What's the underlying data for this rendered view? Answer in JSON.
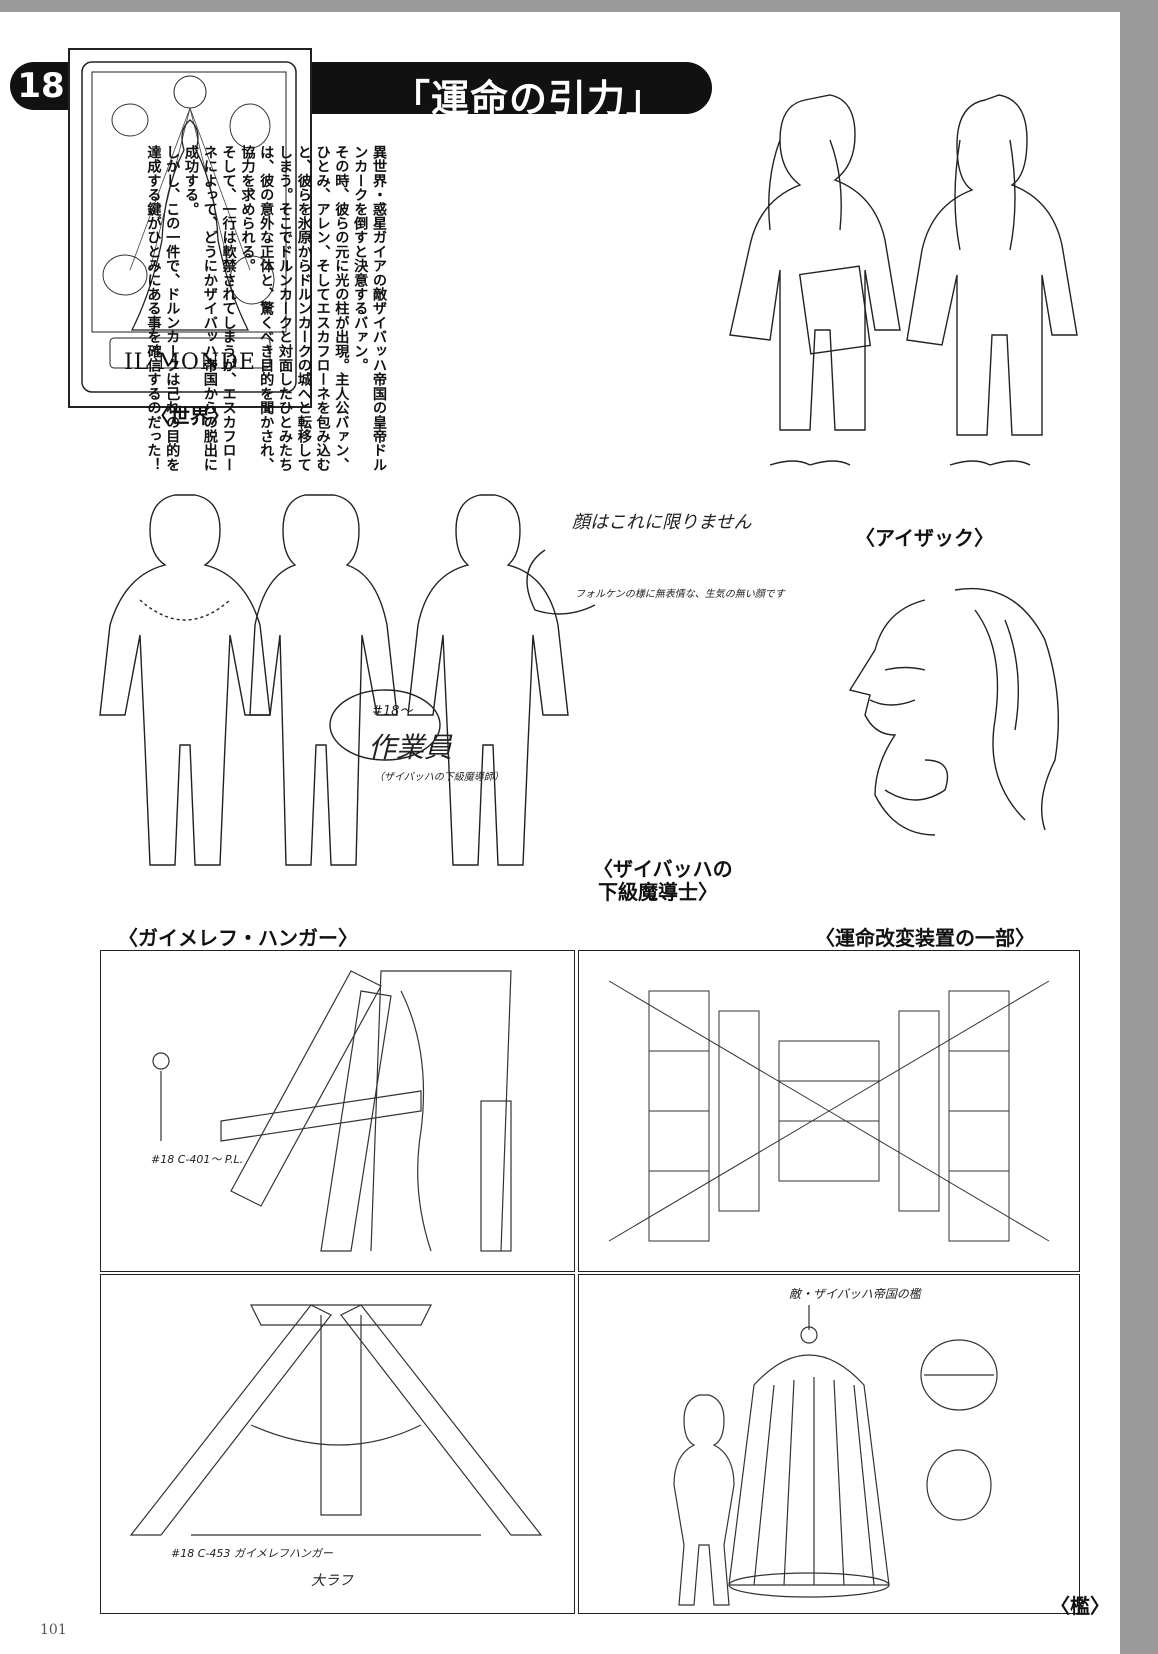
{
  "episode": {
    "number": "18",
    "title": "「運命の引力」"
  },
  "tarot": {
    "card_name": "IL MONDE",
    "caption": "〈世界〉"
  },
  "synopsis": [
    "異世界・惑星ガイアの敵ザイバッハ帝国の皇帝ドルンカークを倒すと決意するバァン。",
    "その時、彼らの元に光の柱が出現。主人公バァン、ひとみ、アレン、そしてエスカフローネを包み込むと、彼らを氷原からドルンカークの城へと転移してしまう。そこでドルンカークと対面したひとみたちは、彼の意外な正体と、驚くべき目的を聞かされ、協力を求められる。",
    "そして、一行は軟禁されてしまうが、エスカフローネによって、どうにかザイバッハ帝国からの脱出に成功する。",
    "しかし、この一件で、ドルンカークは己れの目的を達成する鍵がひとみにある事を確信するのだった！"
  ],
  "captions": {
    "isaac": "〈アイザック〉",
    "sorcerer_line1": "〈ザイバッハの",
    "sorcerer_line2": "下級魔導士〉",
    "hangar": "〈ガイメレフ・ハンガー〉",
    "device": "〈運命改変装置の一部〉",
    "cage": "〈檻〉"
  },
  "handwritten_notes": {
    "face_note": "顔はこれに限りません",
    "face_sub": "フォルケンの様に無表情な、生気の無い顔です",
    "worker_num": "#18～",
    "worker": "作業員",
    "worker_sub": "（ザイバッハの下級魔導師）",
    "hangar_note": "#18 C-401～ P.L.",
    "hangar_note2": "#18 C-453 ガイメレフハンガー",
    "rough": "大ラフ",
    "cage_note": "敵・ザイバッハ帝国の檻"
  },
  "page_number": "101"
}
